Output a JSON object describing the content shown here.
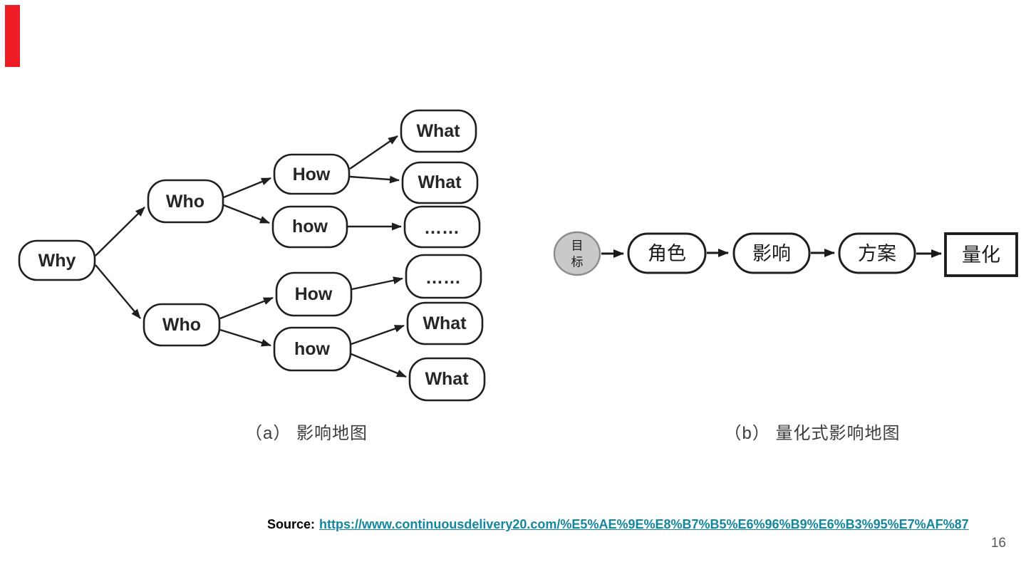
{
  "slide": {
    "page_number": "16",
    "marker_color": "#ee1c25",
    "background_color": "#ffffff"
  },
  "diagram_a": {
    "caption": "（a） 影响地图",
    "stroke_color": "#1f1f1f",
    "nodes": {
      "why": "Why",
      "who_top": "Who",
      "who_bottom": "Who",
      "how_top": "How",
      "how_top_lower": "how",
      "how_bottom": "How",
      "how_bottom_lower": "how",
      "what_1": "What",
      "what_2": "What",
      "ellipsis_1": "……",
      "ellipsis_2": "……",
      "what_3": "What",
      "what_4": "What"
    }
  },
  "diagram_b": {
    "caption": "（b） 量化式影响地图",
    "stroke_color": "#1f1f1f",
    "goal_fill_color": "#c9c9c9",
    "nodes": {
      "goal_top": "目",
      "goal_bottom": "标",
      "role": "角色",
      "impact": "影响",
      "solution": "方案",
      "quantification": "量化"
    }
  },
  "footer": {
    "source_label": "Source:",
    "source_url": "https://www.continuousdelivery20.com/%E5%AE%9E%E8%B7%B5%E6%96%B9%E6%B3%95%E7%AF%87",
    "link_color": "#1386a0"
  }
}
